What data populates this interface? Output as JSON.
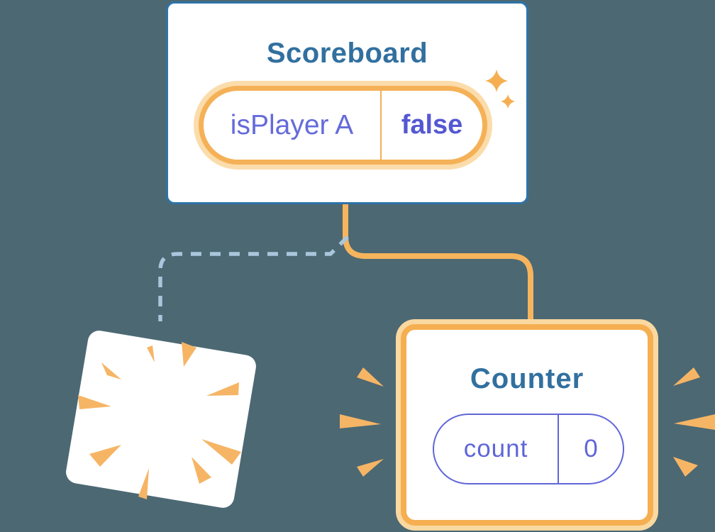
{
  "scoreboard_card": {
    "title": "Scoreboard",
    "state_pill": {
      "label": "isPlayer A",
      "value": "false"
    }
  },
  "counter_card": {
    "title": "Counter",
    "state_pill": {
      "label": "count",
      "value": "0"
    }
  },
  "destroyed_card": {
    "description": "tilted white card with orange burst rays"
  },
  "icons": {
    "sparkle": "sparkle-icon",
    "burst_rays": "burst-ray-icon",
    "emphasis_rays": "emphasis-ray-icon"
  },
  "colors": {
    "background": "#4C6873",
    "card_border_blue": "#2E74A8",
    "title_blue": "#31709F",
    "orange_border": "#F5AF51",
    "orange_glow": "#FAD8A1",
    "orange_connector": "#F6B45C",
    "burst_orange": "#F6B565",
    "state_label_purple": "#656BDA",
    "state_value_purple": "#5458D2",
    "pill_purple_border": "#6166D8",
    "dashed_line_blue": "#A9C6DC",
    "card_background": "#FFFFFF"
  }
}
